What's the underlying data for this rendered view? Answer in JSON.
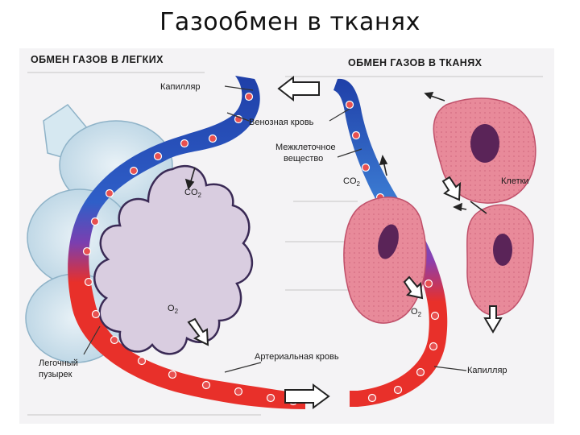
{
  "slide": {
    "title": "Газообмен в тканях"
  },
  "diagram": {
    "left_header": "ОБМЕН ГАЗОВ В ЛЕГКИХ",
    "right_header": "ОБМЕН ГАЗОВ В ТКАНЯХ",
    "labels": {
      "capillary_top": "Капилляр",
      "venous_blood": "Венозная кровь",
      "intercellular_1": "Межклеточное",
      "intercellular_2": "вещество",
      "cells": "Клетки",
      "co2_lung": "CO",
      "co2_tissue": "CO",
      "o2_lung": "O",
      "o2_tissue": "O",
      "sub_2": "2",
      "alveolus_1": "Легочный",
      "alveolus_2": "пузырек",
      "arterial_blood": "Артериальная кровь",
      "capillary_bottom": "Капилляр"
    },
    "colors": {
      "venous": "#1f3fa8",
      "arterial": "#e8302a",
      "cell": "#e88a9a",
      "nucleus": "#5a2458",
      "alveolus": "#d9cde0",
      "lung_bg": "#cfe3ee"
    }
  }
}
